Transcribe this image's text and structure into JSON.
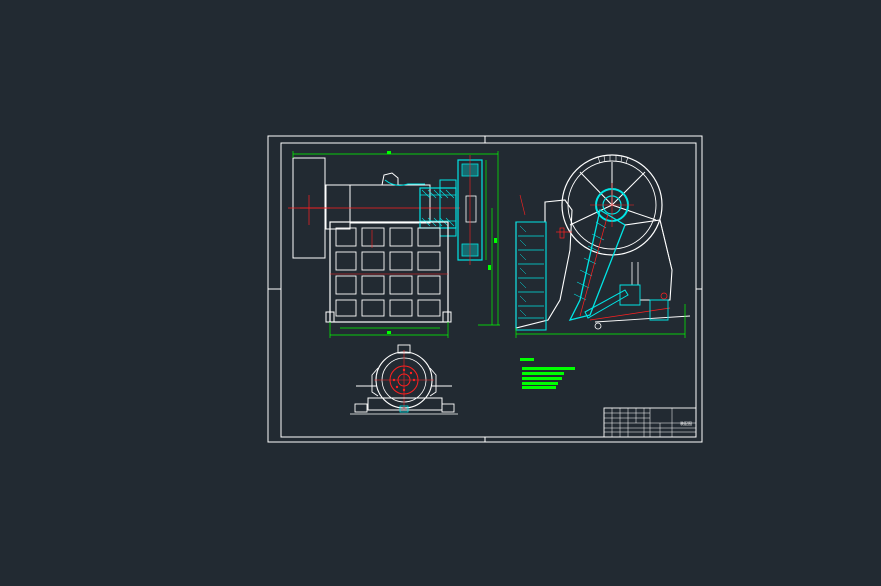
{
  "app": {
    "background_color": "#222a32"
  },
  "drawing": {
    "line_colors": {
      "outline": "#ffffff",
      "section_hatch": "#00e5e5",
      "center_line": "#ff2020",
      "dimension": "#00ff00",
      "detail": "#ffff00"
    },
    "views": [
      "front-view",
      "side-section-view",
      "top-view"
    ],
    "notes_color": "#00ff00",
    "title_block": {
      "drawing_title": "",
      "label": "装配图"
    }
  }
}
